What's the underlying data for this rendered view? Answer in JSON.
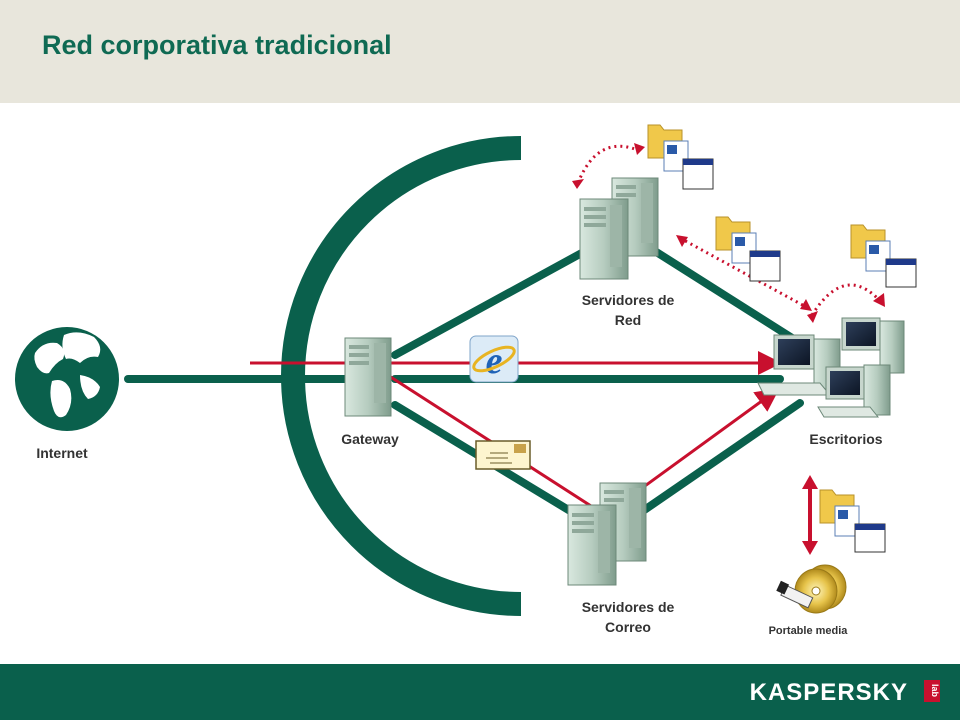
{
  "header": {
    "title": "Red corporativa tradicional"
  },
  "nodes": {
    "internet": "Internet",
    "gateway": "Gateway",
    "network_servers_line1": "Servidores de",
    "network_servers_line2": "Red",
    "mail_servers_line1": "Servidores de",
    "mail_servers_line2": "Correo",
    "desktops": "Escritorios",
    "portable_media": "Portable media"
  },
  "icons": [
    "globe-icon",
    "server-icon",
    "folder-icon",
    "document-icon",
    "window-icon",
    "internet-explorer-icon",
    "envelope-icon",
    "desktop-computer-icon",
    "cd-icon",
    "flash-drive-icon"
  ],
  "colors": {
    "brand_green": "#0a604c",
    "title_green": "#0f6a53",
    "threat_red": "#c8102e",
    "header_bg": "#e8e6dc"
  },
  "footer": {
    "logo": "KASPERSKY",
    "logo_suffix": "lab"
  }
}
